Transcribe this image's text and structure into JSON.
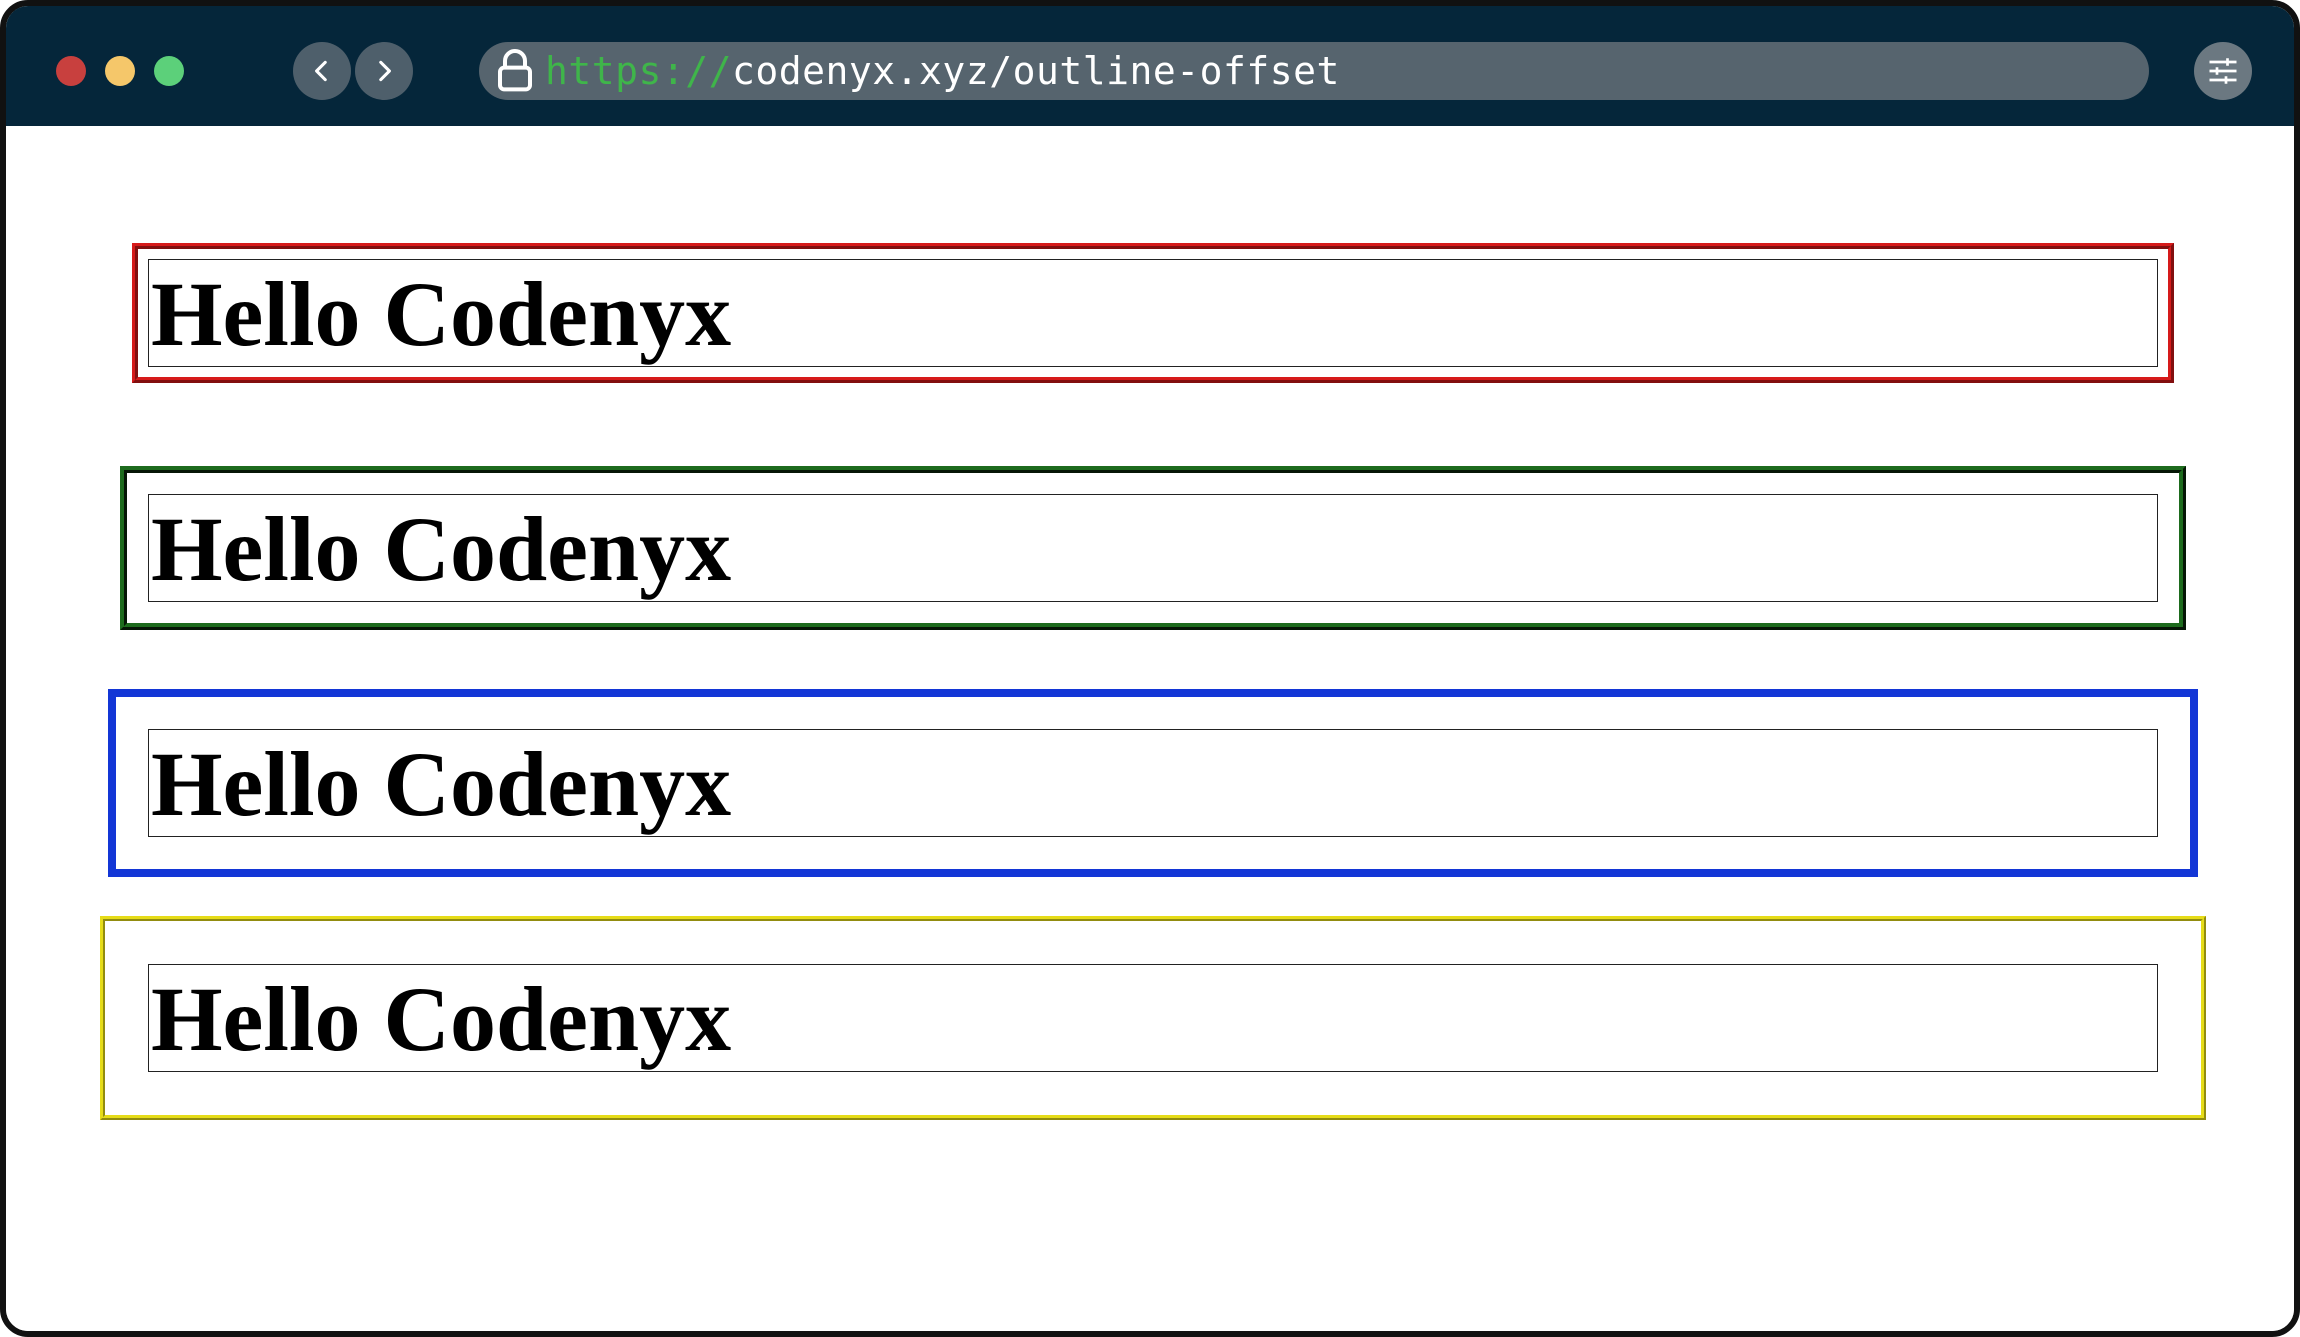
{
  "browser": {
    "url_scheme": "https://",
    "url_rest": "codenyx.xyz/outline-offset",
    "window_controls": [
      "close",
      "minimize",
      "maximize"
    ],
    "nav": {
      "back_icon": "chevron-left-icon",
      "forward_icon": "chevron-right-icon"
    },
    "menu_icon": "sliders-icon"
  },
  "page": {
    "boxes": [
      {
        "text": "Hello Codenyx",
        "outline_color": "#d61a1a"
      },
      {
        "text": "Hello Codenyx",
        "outline_color": "#1d6b1d"
      },
      {
        "text": "Hello Codenyx",
        "outline_color": "#1336d6"
      },
      {
        "text": "Hello Codenyx",
        "outline_color": "#e6dc18"
      }
    ]
  }
}
